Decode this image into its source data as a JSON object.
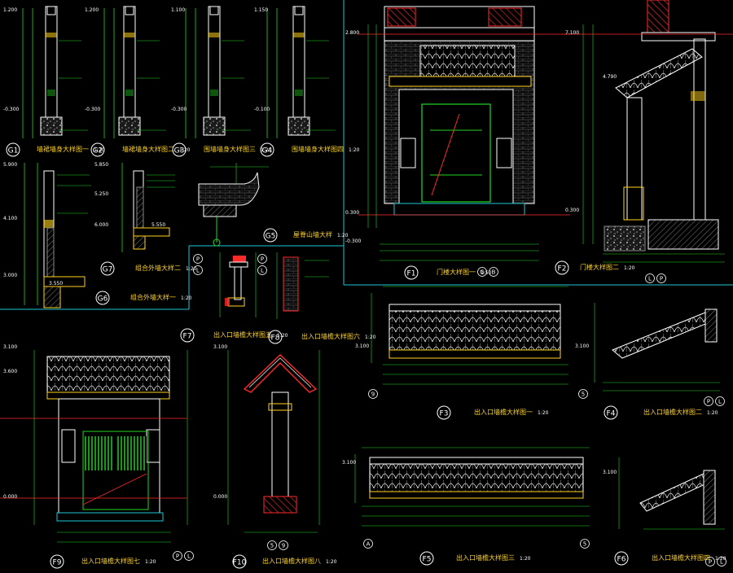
{
  "colors": {
    "background": "#000000",
    "frame": "#1ec8d8",
    "wall": "#ffffff",
    "dim": "#22d822",
    "tile": "#e8e8e8",
    "accent_red": "#ff2a2a",
    "accent_yellow": "#ffd21e",
    "hatch": "#8a8a8a"
  },
  "panels": {
    "g1": {
      "tag": "G1",
      "caption": "墙裙墙身大样图一",
      "scale": "1:20",
      "levels": [
        "1.200",
        "-0.300"
      ]
    },
    "g2": {
      "tag": "G2",
      "caption": "墙裙墙身大样图二",
      "scale": "1:20",
      "levels": [
        "1.200",
        "-0.300"
      ]
    },
    "g3": {
      "tag": "G3",
      "caption": "围墙墙身大样图三",
      "scale": "1:20",
      "levels": [
        "1.100",
        "-0.300"
      ]
    },
    "g4": {
      "tag": "G4",
      "caption": "围墙墙身大样图四",
      "scale": "1:20",
      "levels": [
        "1.150",
        "-0.100"
      ]
    },
    "g5": {
      "tag": "G5",
      "caption": "屋脊山墙大样",
      "scale": "1:20"
    },
    "g6": {
      "tag": "G6",
      "caption": "组合外墙大样一",
      "scale": "1:20",
      "levels": [
        "5.900",
        "4.100",
        "3.000",
        "3.550"
      ]
    },
    "g7": {
      "tag": "G7",
      "caption": "组合外墙大样二",
      "scale": "1:20",
      "levels": [
        "5.850",
        "5.250",
        "6.000",
        "5.550"
      ]
    },
    "f1": {
      "tag": "F1",
      "caption": "门楼大样图一",
      "scale": "1:50",
      "levels": [
        "2.800",
        "0.300",
        "-0.300"
      ],
      "axes": [
        "G",
        "B"
      ]
    },
    "f2": {
      "tag": "F2",
      "caption": "门楼大样图二",
      "scale": "1:20",
      "levels": [
        "7.100",
        "4.790",
        "0.300"
      ],
      "axes": [
        "L",
        "P"
      ]
    },
    "f7": {
      "tag": "F7",
      "caption": "出入口墙檐大样图五",
      "scale": "1:20",
      "axes": [
        "P",
        "L"
      ]
    },
    "f8": {
      "tag": "F8",
      "caption": "出入口墙檐大样图六",
      "scale": "1:20",
      "axes": [
        "P",
        "L"
      ]
    },
    "f9": {
      "tag": "F9",
      "caption": "出入口墙檐大样图七",
      "scale": "1:20",
      "levels": [
        "3.100",
        "3.600",
        "0.000"
      ],
      "axes": [
        "P",
        "L"
      ]
    },
    "f10": {
      "tag": "F10",
      "caption": "出入口墙檐大样图八",
      "scale": "1:20",
      "levels": [
        "3.100",
        "0.000"
      ],
      "axes": [
        "5",
        "9"
      ]
    },
    "f3": {
      "tag": "F3",
      "caption": "出入口墙檐大样图一",
      "scale": "1:20",
      "levels": [
        "3.100"
      ],
      "axes": [
        "9",
        "5"
      ]
    },
    "f4": {
      "tag": "F4",
      "caption": "出入口墙檐大样图二",
      "scale": "1:20",
      "levels": [
        "3.100"
      ],
      "axes": [
        "P",
        "L"
      ]
    },
    "f5": {
      "tag": "F5",
      "caption": "出入口墙檐大样图三",
      "scale": "1:20",
      "levels": [
        "3.100"
      ],
      "axes": [
        "A",
        "5"
      ]
    },
    "f6": {
      "tag": "F6",
      "caption": "出入口墙檐大样图四",
      "scale": "1:20",
      "levels": [
        "3.100"
      ],
      "axes": [
        "P",
        "L"
      ]
    }
  }
}
